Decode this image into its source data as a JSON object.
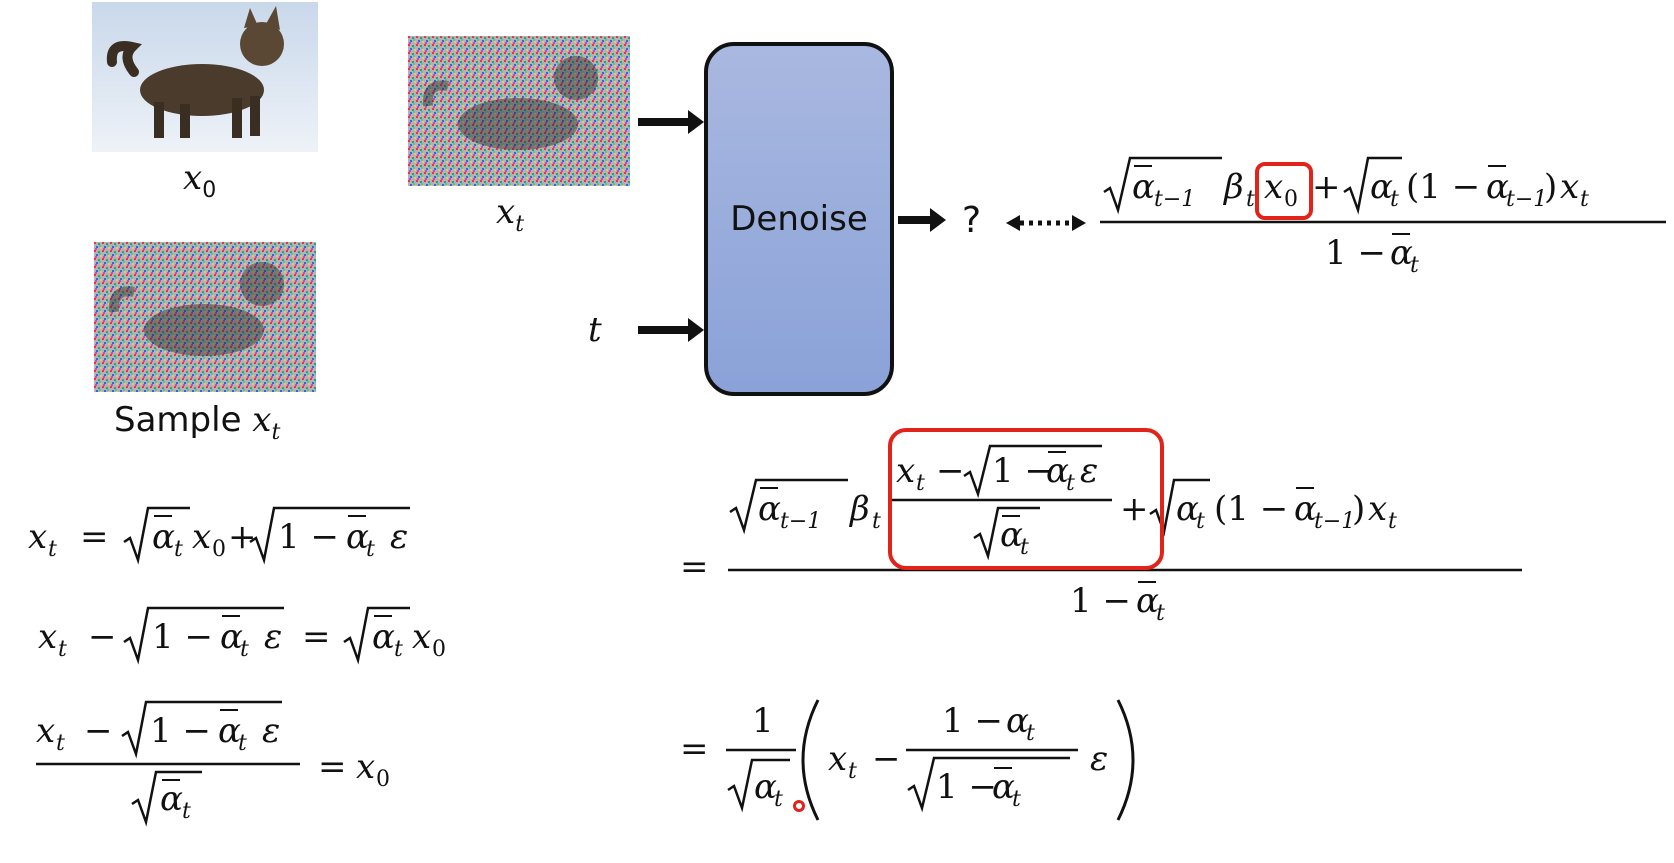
{
  "images": {
    "clean": {
      "caption_var": "x",
      "caption_sub": "0"
    },
    "noisy_input": {
      "caption_var": "x",
      "caption_sub": "t"
    },
    "sample": {
      "caption_prefix": "Sample ",
      "caption_var": "x",
      "caption_sub": "t"
    }
  },
  "model": {
    "label": "Denoise",
    "time_input_var": "t",
    "output_symbol": "?"
  },
  "equations": {
    "target_top": "(√ᾱ_{t−1} β_t x_0 + √α_t (1 − ᾱ_{t−1}) x_t) / (1 − ᾱ_t)",
    "target_substituted": "= (√ᾱ_{t−1} β_t (x_t − √(1 − ᾱ_t) ε)/√ᾱ_t + √α_t (1 − ᾱ_{t−1}) x_t) / (1 − ᾱ_t)",
    "target_final": "= 1/√α_t ( x_t − (1 − α_t)/√(1 − ᾱ_t) ε )",
    "left_1": "x_t = √ᾱ_t x_0 + √(1 − ᾱ_t) ε",
    "left_2": "x_t − √(1 − ᾱ_t) ε = √ᾱ_t x_0",
    "left_3": "(x_t − √(1 − ᾱ_t) ε) / √ᾱ_t = x_0"
  },
  "colors": {
    "highlight": "#e2231a",
    "denoise_fill_top": "#a9b8e0",
    "denoise_fill_bottom": "#8aa2d8"
  },
  "icons": {
    "clean_image": "cat-photo",
    "noisy_image": "noisy-cat-photo",
    "pointer": "laser-pointer-dot"
  }
}
